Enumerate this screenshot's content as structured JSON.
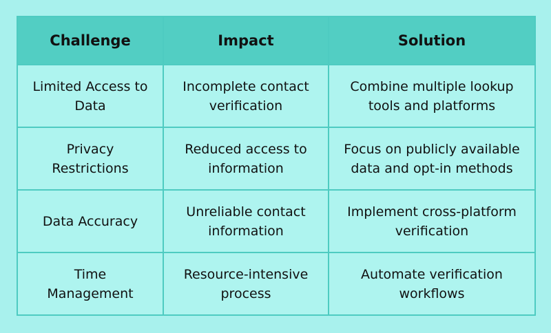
{
  "table": {
    "headers": [
      "Challenge",
      "Impact",
      "Solution"
    ],
    "rows": [
      [
        "Limited Access to\nData",
        "Incomplete contact\nverification",
        "Combine multiple lookup\ntools and platforms"
      ],
      [
        "Privacy\nRestrictions",
        "Reduced access to\ninformation",
        "Focus on publicly available\ndata and opt-in methods"
      ],
      [
        "Data Accuracy",
        "Unreliable contact\ninformation",
        "Implement cross-platform\nverification"
      ],
      [
        "Time\nManagement",
        "Resource-intensive\nprocess",
        "Automate verification\nworkflows"
      ]
    ]
  },
  "colors": {
    "background": "#a8f1ed",
    "header_fill": "#52cec3",
    "cell_fill": "#aef4ef",
    "border": "#4ecbc1"
  }
}
